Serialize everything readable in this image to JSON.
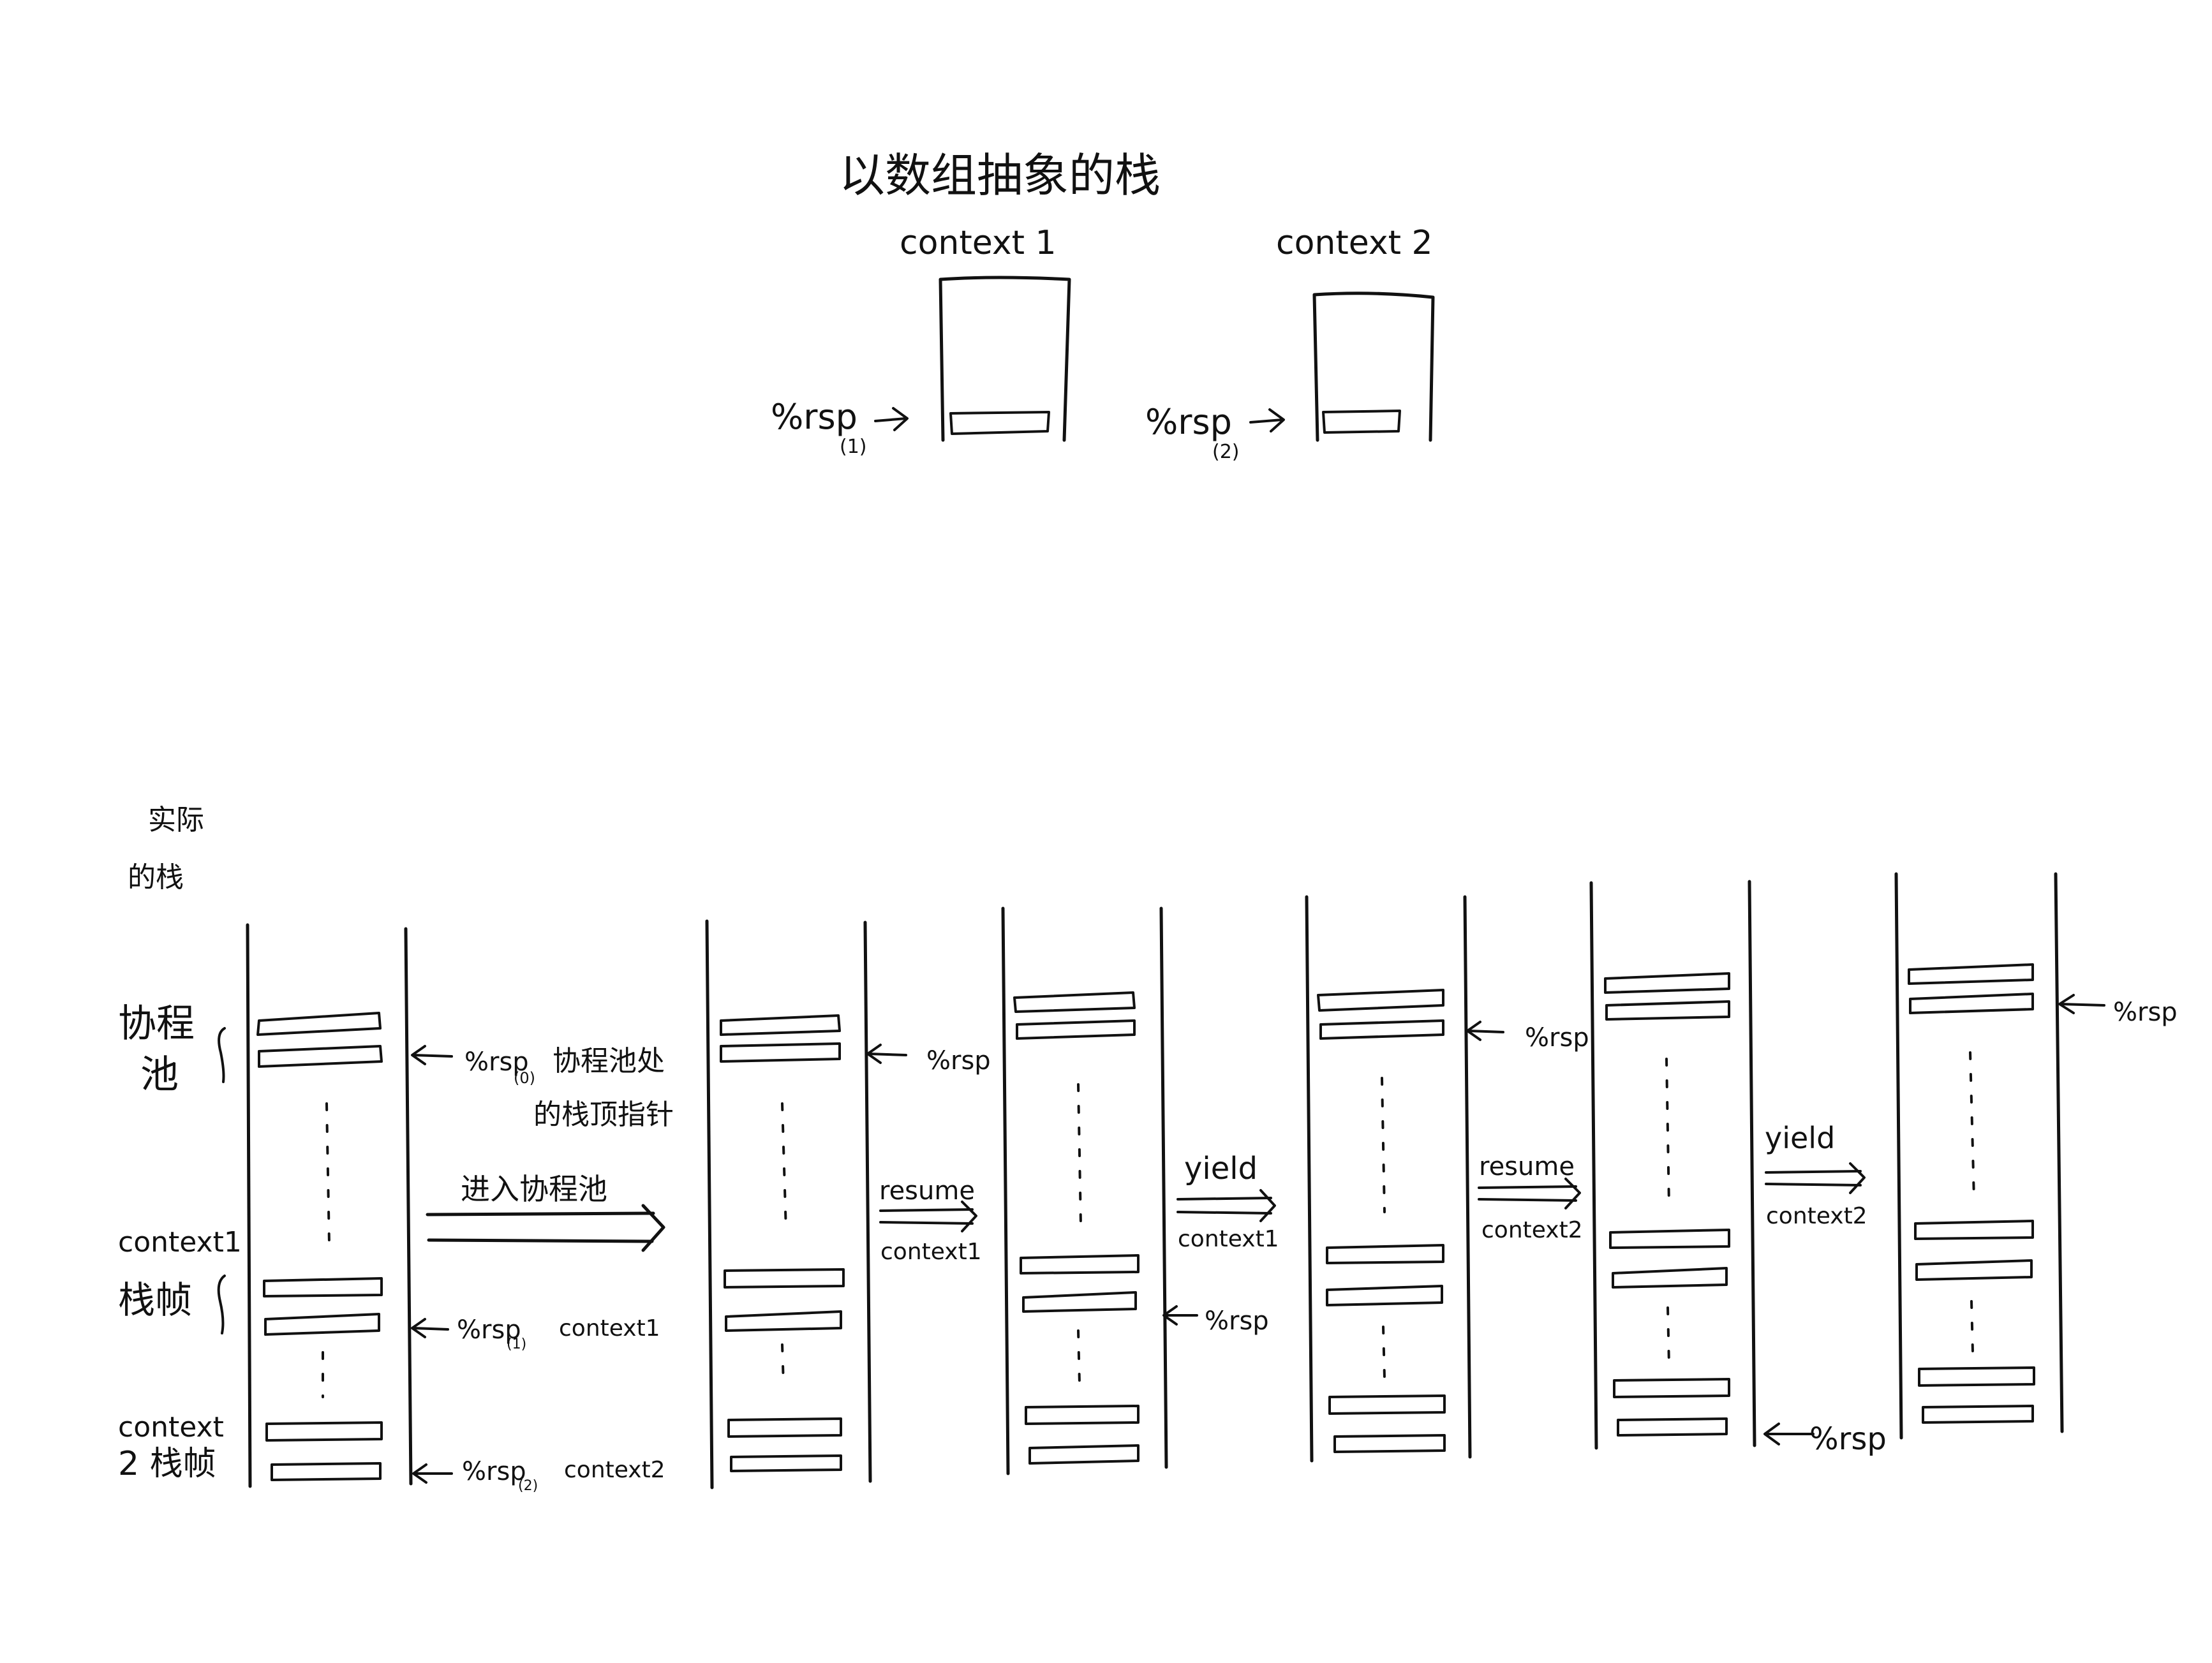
{
  "title": "以数组抽象的栈",
  "abstract": {
    "context1_label": "context 1",
    "context2_label": "context 2",
    "rsp1_label": "%rsp",
    "rsp1_sub": "(1)",
    "rsp2_label": "%rsp",
    "rsp2_sub": "(2)"
  },
  "actual": {
    "heading_line1": "实际",
    "heading_line2": "的栈",
    "pool_line1": "协程",
    "pool_line2": "池",
    "ctx1_line1": "context1",
    "ctx1_line2": "栈帧",
    "ctx2_line1": "context",
    "ctx2_line2": "2 栈帧",
    "rsp0_label": "%rsp",
    "rsp0_sub": "(0)",
    "rsp0_desc_line1": "协程池处",
    "rsp0_desc_line2": "的栈顶指针",
    "rsp1_label": "%rsp",
    "rsp1_sub": "(1)",
    "rsp1_ctx": "context1",
    "rsp2_label": "%rsp",
    "rsp2_sub": "(2)",
    "rsp2_ctx": "context2"
  },
  "transitions": [
    {
      "top": "进入协程池",
      "bottom": ""
    },
    {
      "top": "resume",
      "bottom": "context1"
    },
    {
      "top": "yield",
      "bottom": "context1"
    },
    {
      "top": "resume",
      "bottom": "context2"
    },
    {
      "top": "yield",
      "bottom": "context2"
    }
  ],
  "rsp_markers": [
    "%rsp",
    "%rsp",
    "%rsp",
    "%rsp",
    "%rsp"
  ]
}
